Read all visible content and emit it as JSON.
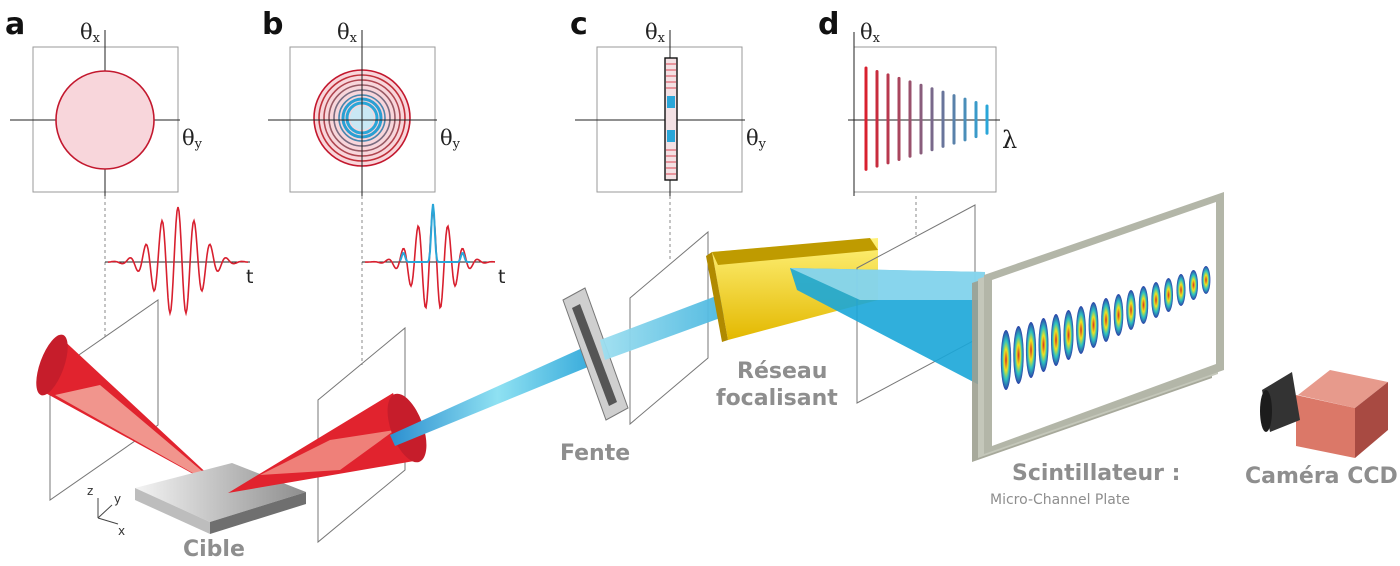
{
  "panels": [
    {
      "letter": "a",
      "y_axis": "θ",
      "y_sub": "x",
      "x_axis": "θ",
      "x_sub": "y"
    },
    {
      "letter": "b",
      "y_axis": "θ",
      "y_sub": "x",
      "x_axis": "θ",
      "x_sub": "y"
    },
    {
      "letter": "c",
      "y_axis": "θ",
      "y_sub": "x",
      "x_axis": "θ",
      "x_sub": "y"
    },
    {
      "letter": "d",
      "y_axis": "θ",
      "y_sub": "x",
      "x_axis": "λ",
      "x_sub": ""
    }
  ],
  "waveforms": {
    "time_label": "t"
  },
  "labels": {
    "target": "Cible",
    "slit": "Fente",
    "grating_line1": "Réseau",
    "grating_line2": "focalisant",
    "scintillator": "Scintillateur :",
    "mcp": "Micro-Channel Plate",
    "camera": "Caméra CCD"
  },
  "axes3d": {
    "z": "z",
    "y": "y",
    "x": "x"
  },
  "colors": {
    "laser_red": "#d8202f",
    "beam_blue": "#2aa6d8",
    "grating_gold": "#e6c200",
    "camera_body": "#d9786a",
    "label_gray": "#8e8e8e"
  }
}
